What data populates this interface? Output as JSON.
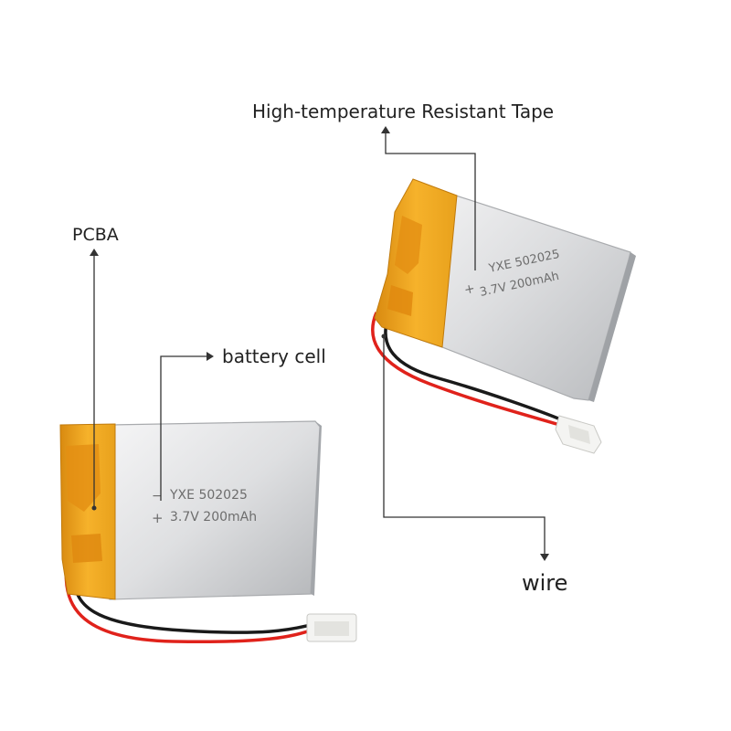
{
  "labels": {
    "tape": "High-temperature Resistant Tape",
    "pcba": "PCBA",
    "battery_cell": "battery cell",
    "wire": "wire"
  },
  "battery_front": {
    "model": "YXE 502025",
    "spec": "3.7V 200mAh",
    "negative_mark": "−",
    "positive_mark": "+"
  },
  "battery_back": {
    "model": "YXE 502025",
    "spec": "3.7V 200mAh",
    "positive_mark": "+"
  },
  "colors": {
    "tape": "#f0a81e",
    "foil": "#d9dadb",
    "wire_red": "#e0221b",
    "wire_black": "#1a1a1a",
    "connector": "#f4f4f2",
    "leader_line": "#333333"
  }
}
